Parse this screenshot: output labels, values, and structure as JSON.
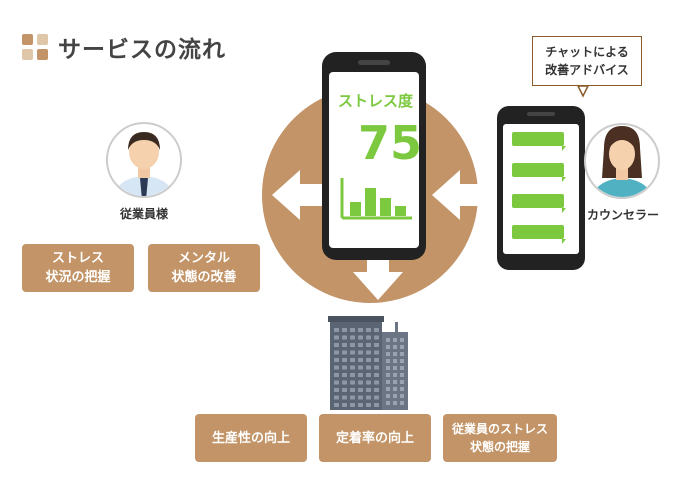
{
  "title": "サービスの流れ",
  "colors": {
    "brand": "#c29467",
    "green": "#7cc940",
    "dark": "#222222",
    "bubble_border": "#8a5a2a",
    "building": "#5b6472"
  },
  "icons": {
    "logo": "four-square-logo-icon",
    "employee": "male-employee-avatar-icon",
    "counselor": "female-counselor-avatar-icon",
    "building": "office-building-icon",
    "chart": "bar-chart-icon"
  },
  "employee_label": "従業員様",
  "counselor_label": "カウンセラー",
  "bubble_text": "チャットによる\n改善アドバイス",
  "phone": {
    "stress_label": "ストレス度",
    "stress_value": "75",
    "chart_bars": [
      0.35,
      0.7,
      0.45,
      0.25
    ]
  },
  "employee_benefits": [
    "ストレス\n状況の把握",
    "メンタル\n状態の改善"
  ],
  "company_benefits": [
    "生産性の向上",
    "定着率の向上",
    "従業員のストレス\n状態の把握"
  ]
}
